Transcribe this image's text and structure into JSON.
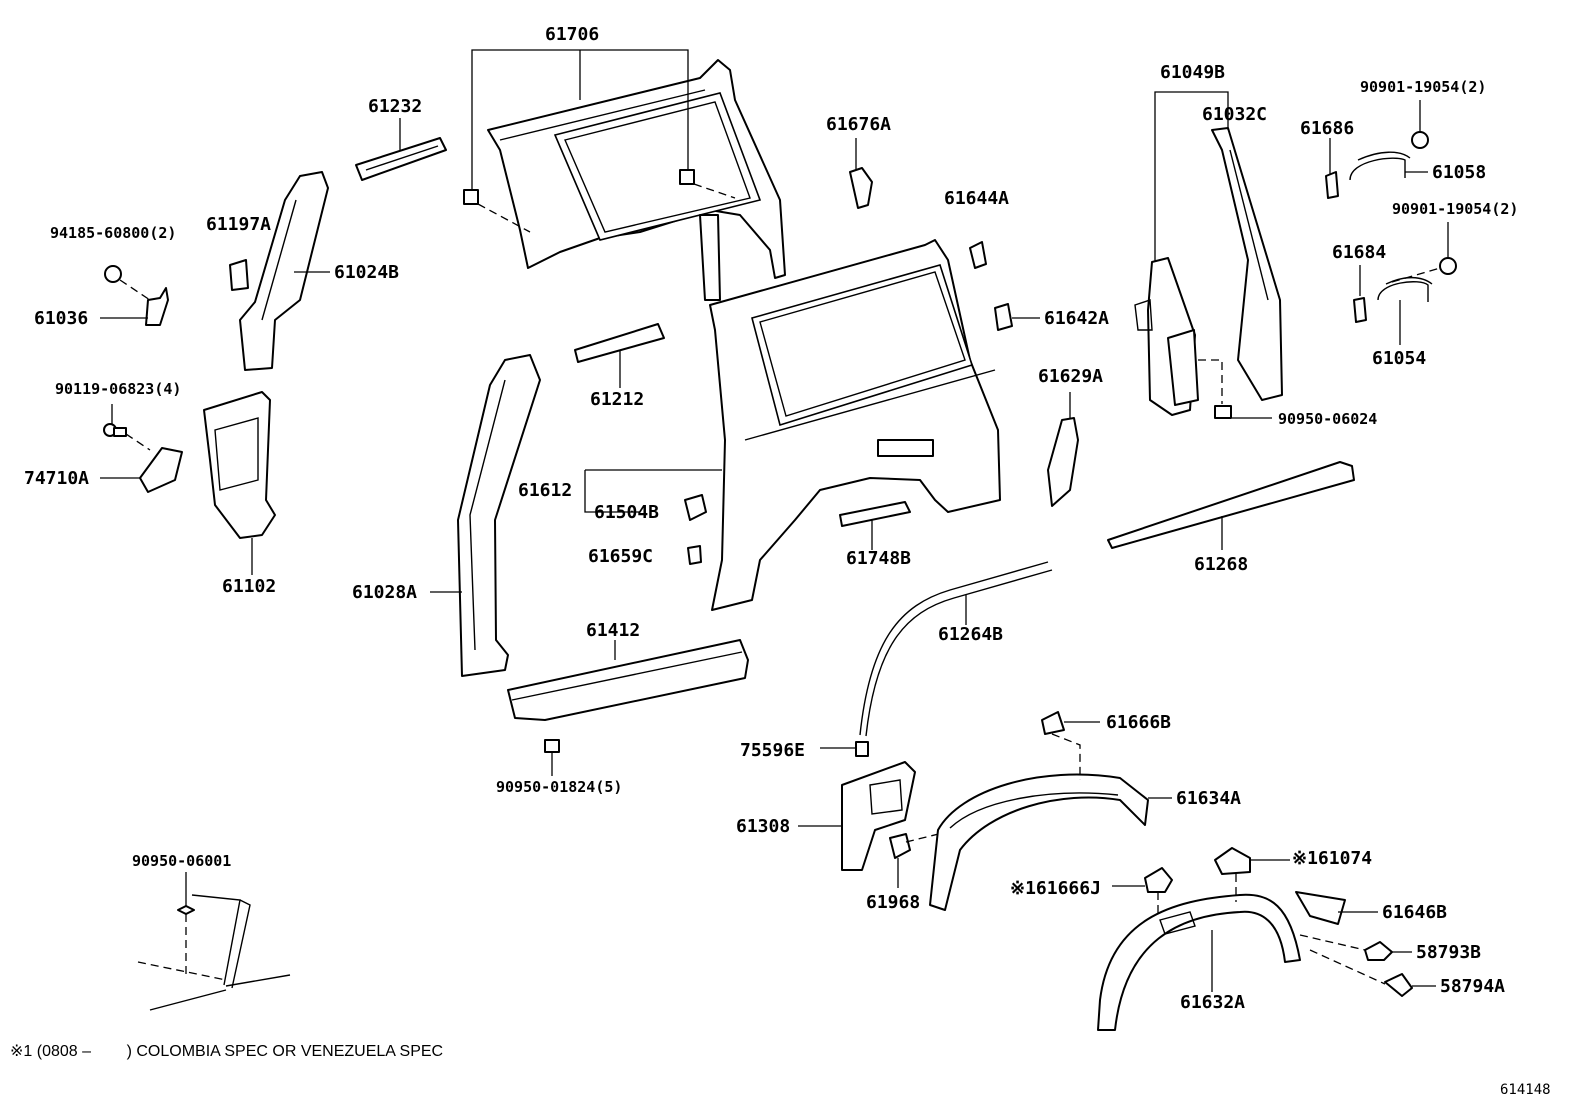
{
  "parts": {
    "p61706": "61706",
    "p61232": "61232",
    "p61676A": "61676A",
    "p61049B": "61049B",
    "p61032C": "61032C",
    "p90901_top": "90901-19054(2)",
    "p61686": "61686",
    "p61058": "61058",
    "p90901_mid": "90901-19054(2)",
    "p61684": "61684",
    "p61054": "61054",
    "p94185": "94185-60800(2)",
    "p61197A": "61197A",
    "p61024B": "61024B",
    "p61036": "61036",
    "p61644A": "61644A",
    "p61642A": "61642A",
    "p90119": "90119-06823(4)",
    "p74710A": "74710A",
    "p61212": "61212",
    "p61629A": "61629A",
    "p90950_06024": "90950-06024",
    "p61612": "61612",
    "p61504B": "61504B",
    "p61659C": "61659C",
    "p61748B": "61748B",
    "p61102": "61102",
    "p61028A": "61028A",
    "p61268": "61268",
    "p61412": "61412",
    "p61264B": "61264B",
    "p61666B": "61666B",
    "p75596E": "75596E",
    "p90950_01824": "90950-01824(5)",
    "p61634A": "61634A",
    "p61308": "61308",
    "p90950_06001": "90950-06001",
    "p61074": "※161074",
    "p61666J": "※161666J",
    "p61968": "61968",
    "p61646B": "61646B",
    "p58793B": "58793B",
    "p61632A": "61632A",
    "p58794A": "58794A"
  },
  "footnote": "※1 (0808 –        ) COLOMBIA SPEC OR VENEZUELA SPEC",
  "diagram_code": "614148"
}
